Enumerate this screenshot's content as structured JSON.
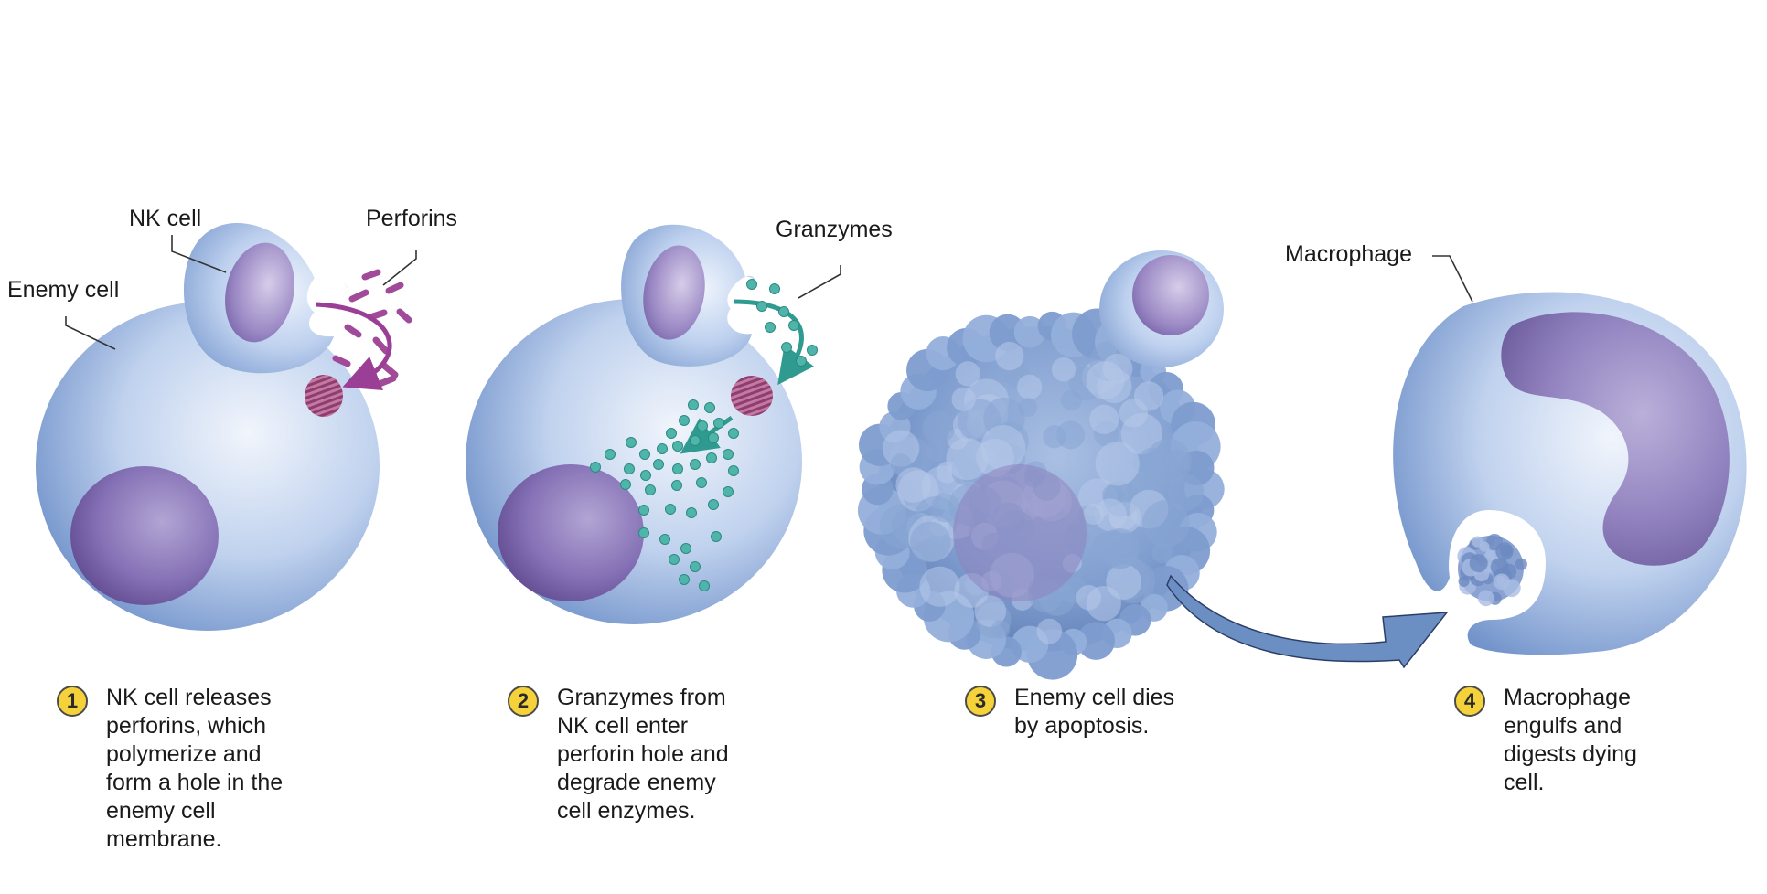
{
  "labels": {
    "nk_cell": "NK cell",
    "perforins": "Perforins",
    "enemy_cell": "Enemy cell",
    "granzymes": "Granzymes",
    "macrophage": "Macrophage"
  },
  "steps": [
    {
      "number": "1",
      "lines": [
        "NK cell releases",
        "perforins, which",
        "polymerize and",
        "form a hole in the",
        "enemy cell",
        "membrane."
      ]
    },
    {
      "number": "2",
      "lines": [
        "Granzymes from",
        "NK cell enter",
        "perforin hole and",
        "degrade enemy",
        "cell enzymes."
      ]
    },
    {
      "number": "3",
      "lines": [
        "Enemy cell dies",
        "by apoptosis."
      ]
    },
    {
      "number": "4",
      "lines": [
        "Macrophage",
        "engulfs and",
        "digests dying",
        "cell."
      ]
    }
  ],
  "colors": {
    "cell_light": "#e3ecf8",
    "cell_mid": "#a8bfe3",
    "cell_dark": "#6f8dc4",
    "nucleus": "#7d69ae",
    "perforin": "#a24a9a",
    "granzyme": "#3aa39a",
    "badge": "#f5d23a",
    "transfer_arrow": "#6b8ec3"
  }
}
